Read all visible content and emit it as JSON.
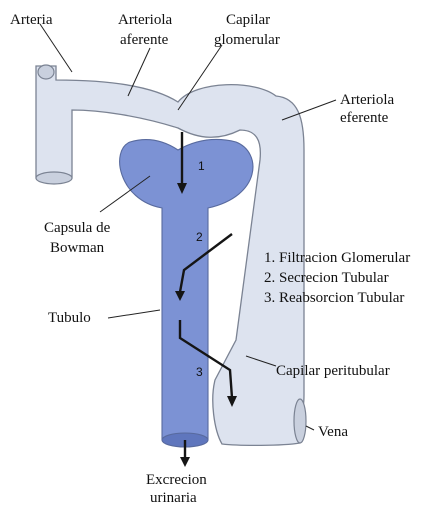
{
  "labels": {
    "arteria": "Arteria",
    "arteriola_aferente_1": "Arteriola",
    "arteriola_aferente_2": "aferente",
    "capilar_glomerular_1": "Capilar",
    "capilar_glomerular_2": "glomerular",
    "arteriola_eferente_1": "Arteriola",
    "arteriola_eferente_2": "eferente",
    "capsula_1": "Capsula de",
    "capsula_2": "Bowman",
    "tubulo": "Tubulo",
    "capilar_peritubular": "Capilar peritubular",
    "vena": "Vena",
    "excrecion_1": "Excrecion",
    "excrecion_2": "urinaria"
  },
  "markers": {
    "m1": "1",
    "m2": "2",
    "m3": "3"
  },
  "legend": [
    "1. Filtracion Glomerular",
    "2. Secrecion Tubular",
    "3. Reabsorcion Tubular"
  ],
  "colors": {
    "vessel_fill": "#dde3ef",
    "tubule_fill": "#7c92d4",
    "arrow": "#151515"
  }
}
